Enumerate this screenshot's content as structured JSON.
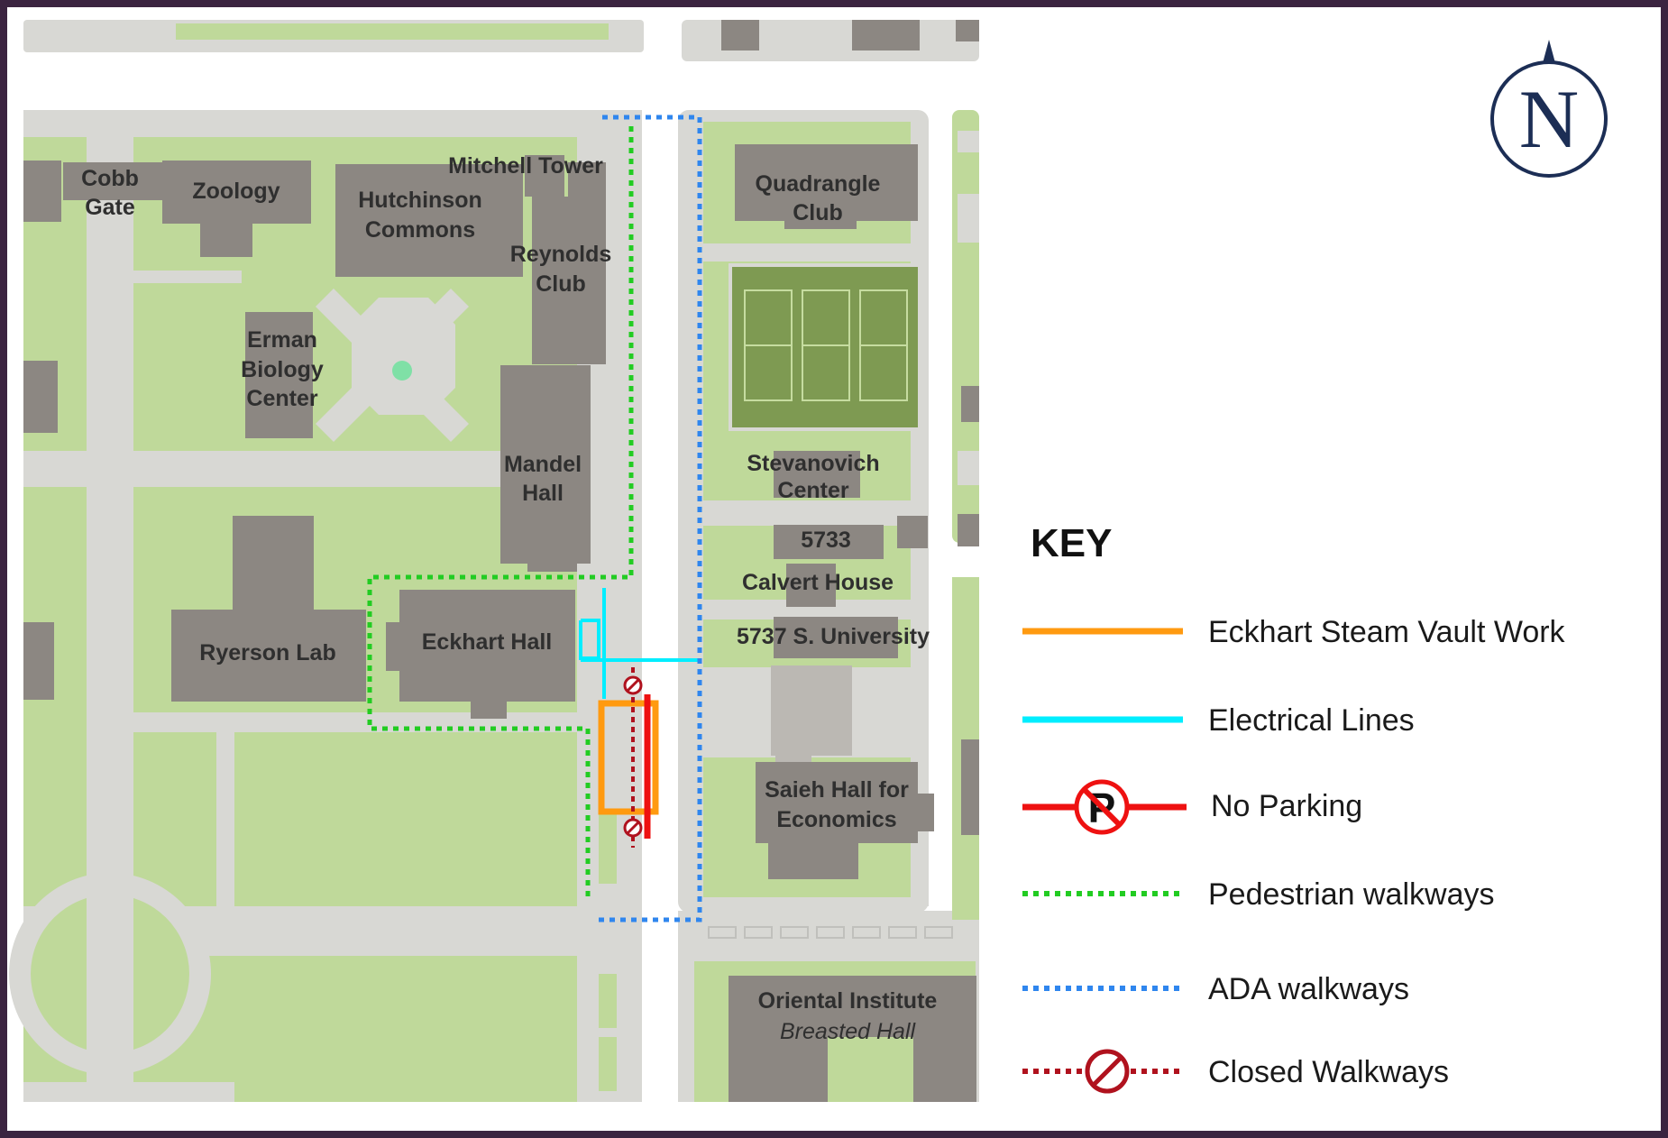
{
  "colors": {
    "frame": "#3b2440",
    "street": "#ffffff",
    "sidewalk": "#d8d8d4",
    "lawn": "#bfd99a",
    "building": "#8c8782",
    "court": "#7e9a52",
    "eckhart_steam": "#ff9a10",
    "electrical": "#00eeff",
    "no_parking": "#ee1111",
    "pedestrian": "#22cc22",
    "ada": "#2f86ee",
    "closed": "#b0121e",
    "north": "#1c2e55"
  },
  "compass": {
    "letter": "N"
  },
  "buildings": [
    {
      "id": "cobb-gate",
      "lines": [
        "Cobb",
        "Gate"
      ]
    },
    {
      "id": "zoology",
      "lines": [
        "Zoology"
      ]
    },
    {
      "id": "hutchinson-commons",
      "lines": [
        "Hutchinson",
        "Commons"
      ]
    },
    {
      "id": "mitchell-tower",
      "lines": [
        "Mitchell Tower"
      ]
    },
    {
      "id": "reynolds-club",
      "lines": [
        "Reynolds",
        "Club"
      ]
    },
    {
      "id": "erman-biology-center",
      "lines": [
        "Erman",
        "Biology",
        "Center"
      ]
    },
    {
      "id": "mandel-hall",
      "lines": [
        "Mandel",
        "Hall"
      ]
    },
    {
      "id": "quadrangle-club",
      "lines": [
        "Quadrangle",
        "Club"
      ]
    },
    {
      "id": "stevanovich-center",
      "lines": [
        "Stevanovich",
        "Center"
      ]
    },
    {
      "id": "5733",
      "lines": [
        "5733"
      ]
    },
    {
      "id": "calvert-house",
      "lines": [
        "Calvert House"
      ]
    },
    {
      "id": "5737-s-university",
      "lines": [
        "5737 S. University"
      ]
    },
    {
      "id": "ryerson-lab",
      "lines": [
        "Ryerson Lab"
      ]
    },
    {
      "id": "eckhart-hall",
      "lines": [
        "Eckhart Hall"
      ]
    },
    {
      "id": "saieh-hall",
      "lines": [
        "Saieh Hall for",
        "Economics"
      ]
    },
    {
      "id": "oriental-institute",
      "lines": [
        "Oriental Institute"
      ],
      "subtitle": "Breasted Hall"
    }
  ],
  "key": {
    "title": "KEY",
    "items": [
      {
        "id": "eckhart-steam-vault-work",
        "label": "Eckhart Steam Vault Work",
        "style": "solid-orange",
        "color": "#ff9a10"
      },
      {
        "id": "electrical-lines",
        "label": "Electrical Lines",
        "style": "solid-cyan",
        "color": "#00eeff"
      },
      {
        "id": "no-parking",
        "label": "No Parking",
        "style": "no-parking",
        "color": "#ee1111"
      },
      {
        "id": "pedestrian-walkways",
        "label": "Pedestrian walkways",
        "style": "dotted-green",
        "color": "#22cc22"
      },
      {
        "id": "ada-walkways",
        "label": "ADA walkways",
        "style": "dotted-blue",
        "color": "#2f86ee"
      },
      {
        "id": "closed-walkways",
        "label": "Closed Walkways",
        "style": "dotted-red-closed",
        "color": "#b0121e"
      }
    ]
  }
}
